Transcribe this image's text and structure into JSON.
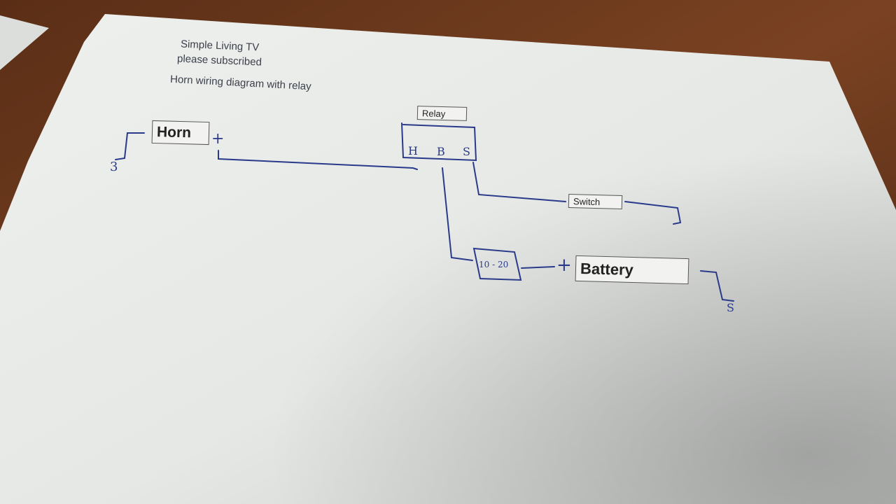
{
  "photo": {
    "subject": "horn-wiring-diagram",
    "colors": {
      "desk": "#6b3a1e",
      "paper": "#e9ebe9",
      "ink": "#2a3a8a"
    }
  },
  "header": {
    "line1": "Simple Living TV",
    "line2": "please subscribed",
    "caption": "Horn wiring diagram with relay"
  },
  "labels": {
    "horn": "Horn",
    "relay": "Relay",
    "switch": "Switch",
    "battery": "Battery"
  },
  "handwriting": {
    "horn_plus": "+",
    "horn_ground": "3",
    "relay_h": "H",
    "relay_b": "B",
    "relay_s": "S",
    "fuse": "10 - 20",
    "battery_plus": "+",
    "battery_ground": "S"
  }
}
